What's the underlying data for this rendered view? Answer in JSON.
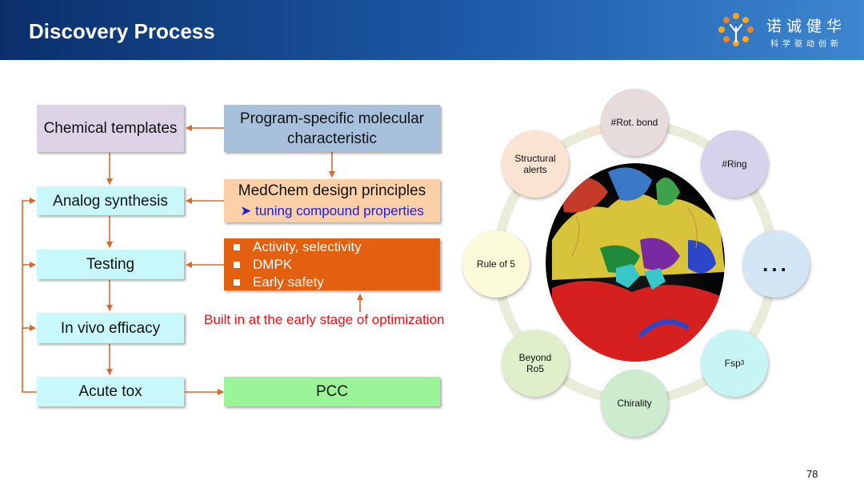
{
  "header": {
    "title": "Discovery Process",
    "logo_name": "诺诚健华",
    "logo_tagline": "科学驱动创新"
  },
  "flow": {
    "chemical_templates": "Chemical templates",
    "analog_synthesis": "Analog synthesis",
    "testing": "Testing",
    "in_vivo_efficacy": "In vivo efficacy",
    "acute_tox": "Acute tox",
    "program_specific": "Program-specific molecular characteristic",
    "medchem_title": "MedChem design principles",
    "medchem_sub": "tuning compound properties",
    "testing_items": [
      "Activity, selectivity",
      "DMPK",
      "Early safety"
    ],
    "built_in_note": "Built in at the early stage of optimization",
    "pcc": "PCC"
  },
  "wheel": {
    "rot_bond": "#Rot. bond",
    "ring": "#Ring",
    "ellipsis": "...",
    "fsp3": "Fsp",
    "fsp3_sup": "3",
    "chirality": "Chirality",
    "beyond_ro5": "Beyond Ro5",
    "rule_of_5": "Rule of 5",
    "structural_alerts": "Structural alerts"
  },
  "page_number": "78",
  "colors": {
    "header_dark": "#0b2f6b",
    "arrow_orange": "#d9692a",
    "box_lavender": "#ddd3e6",
    "box_cyan": "#c9f8fb",
    "box_steel": "#a7c1dc",
    "box_peach": "#fbd0a7",
    "box_orange": "#e2600f",
    "box_green": "#99f598",
    "note_red": "#e8121b",
    "note_blue": "#1d1dde"
  }
}
